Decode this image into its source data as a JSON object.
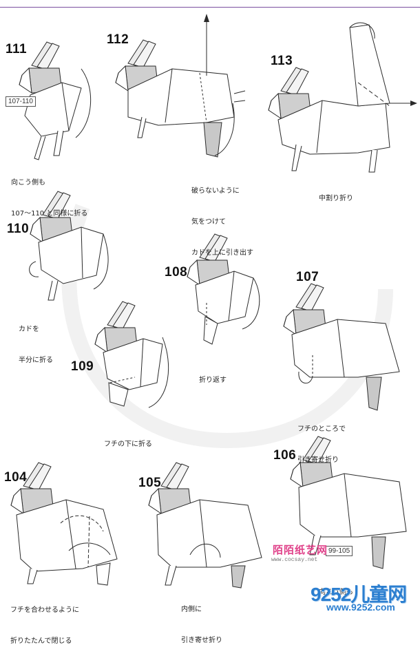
{
  "steps": [
    {
      "number": "111",
      "ref": "107-110",
      "caption": [
        "向こう側も",
        "107～110 と同様に折る"
      ]
    },
    {
      "number": "112",
      "caption": [
        "破らないように",
        "気をつけて",
        "カドを上に引き出す"
      ]
    },
    {
      "number": "113",
      "caption": [
        "中割り折り"
      ]
    },
    {
      "number": "110",
      "caption": [
        "カドを",
        "半分に折る"
      ]
    },
    {
      "number": "108",
      "caption": [
        "折り返す"
      ]
    },
    {
      "number": "107",
      "caption": [
        "フチのところで",
        "引き寄せ折り"
      ]
    },
    {
      "number": "109",
      "caption": [
        "フチの下に折る"
      ]
    },
    {
      "number": "104",
      "caption": [
        "フチを合わせるように",
        "折りたたんで閉じる"
      ]
    },
    {
      "number": "105",
      "caption": [
        "内側に",
        "引き寄せ折り"
      ]
    },
    {
      "number": "106",
      "ref": "99-105",
      "caption": [
        "向こう側も"
      ]
    }
  ],
  "watermarks": {
    "site_a": "陌陌纸艺网",
    "site_a_url": "www.cocsay.net",
    "site_b": "9252儿童网",
    "site_b_url": "www.9252.com"
  },
  "colors": {
    "line": "#2a2a2a",
    "shade": "#cfcfcf",
    "dark_shade": "#a9a9a9",
    "accent_green": "#8fbf6a",
    "rule": "#7a4fa0"
  }
}
